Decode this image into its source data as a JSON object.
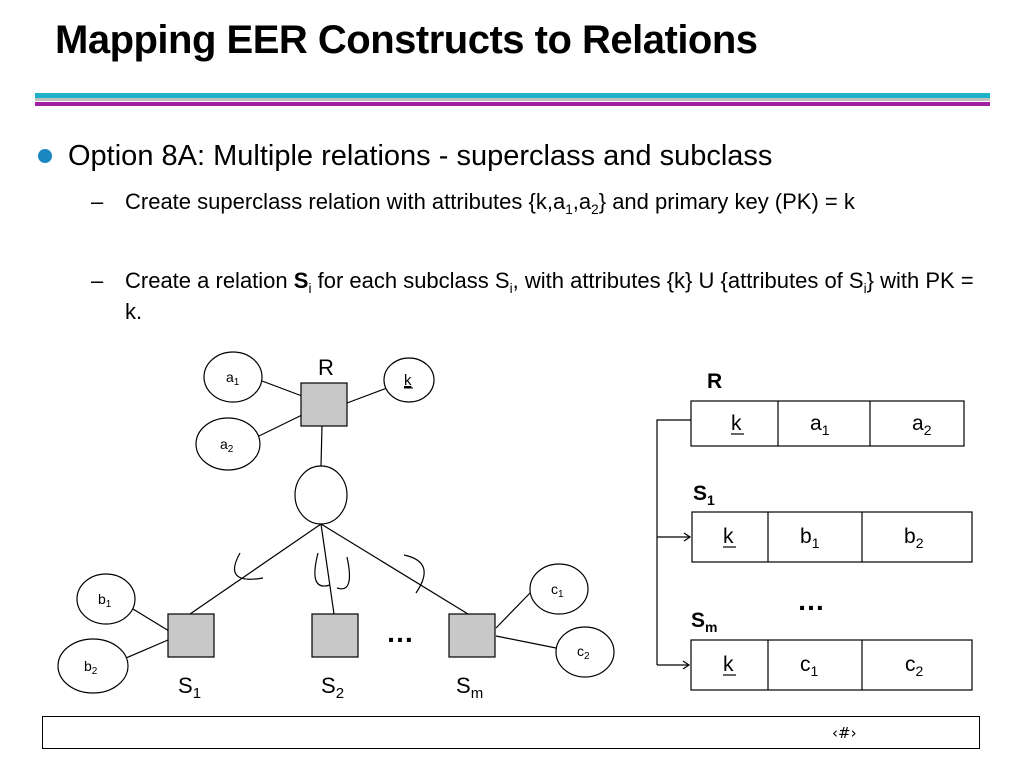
{
  "title": "Mapping EER Constructs to Relations",
  "bullet1": "Option 8A: Multiple relations - superclass and subclass",
  "sub1": {
    "dash": "–",
    "t1": "Create superclass relation with attributes {k,a",
    "s1": "1",
    "t2": ",a",
    "s2": "2",
    "t3": "} and primary key (PK) = k"
  },
  "sub2": {
    "dash": "–",
    "t1": "Create a relation ",
    "b1": "S",
    "s1": "i",
    "t2": " for each subclass S",
    "s2": "i",
    "t3": ", with attributes {k} U {attributes of S",
    "s3": "i",
    "t4": "} with PK = k."
  },
  "eer": {
    "superclass": "R",
    "attrs": [
      {
        "base": "a",
        "sub": "1"
      },
      {
        "base": "a",
        "sub": "2"
      },
      {
        "base": "k",
        "sub": ""
      },
      {
        "base": "b",
        "sub": "1"
      },
      {
        "base": "b",
        "sub": "2"
      },
      {
        "base": "c",
        "sub": "1"
      },
      {
        "base": "c",
        "sub": "2"
      }
    ],
    "subclasses": [
      {
        "base": "S",
        "sub": "1"
      },
      {
        "base": "S",
        "sub": "2"
      },
      {
        "base": "S",
        "sub": "m"
      }
    ],
    "ellipsis": "…"
  },
  "relations": {
    "R": {
      "name": "R",
      "name_sub": "",
      "cells": [
        {
          "base": "k",
          "sub": ""
        },
        {
          "base": "a",
          "sub": "1"
        },
        {
          "base": "a",
          "sub": "2"
        }
      ]
    },
    "S1": {
      "name": "S",
      "name_sub": "1",
      "cells": [
        {
          "base": "k",
          "sub": ""
        },
        {
          "base": "b",
          "sub": "1"
        },
        {
          "base": "b",
          "sub": "2"
        }
      ]
    },
    "Sm": {
      "name": "S",
      "name_sub": "m",
      "cells": [
        {
          "base": "k",
          "sub": ""
        },
        {
          "base": "c",
          "sub": "1"
        },
        {
          "base": "c",
          "sub": "2"
        }
      ]
    },
    "ellipsis": "…"
  },
  "footer": {
    "page": "‹#›"
  },
  "colors": {
    "accent_cyan": "#1fb3c9",
    "accent_purple": "#a020a0",
    "bullet": "#1a86c2",
    "entity_fill": "#c8c8c8"
  }
}
